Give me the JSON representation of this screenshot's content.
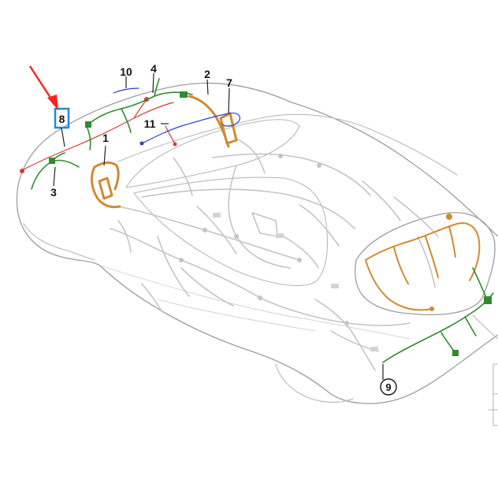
{
  "diagram": {
    "callouts": {
      "c1": "1",
      "c2": "2",
      "c3": "3",
      "c4": "4",
      "c7": "7",
      "c8": "8",
      "c9": "9",
      "c10": "10",
      "c11": "11"
    },
    "colors": {
      "green_harness": "#2e8b2e",
      "orange_harness": "#d08a30",
      "blue_harness": "#2b3fd4",
      "red_harness": "#d23c3c",
      "highlight": "#1e88e5",
      "arrow": "#ff2020",
      "outline": "#b8b8b8"
    }
  }
}
